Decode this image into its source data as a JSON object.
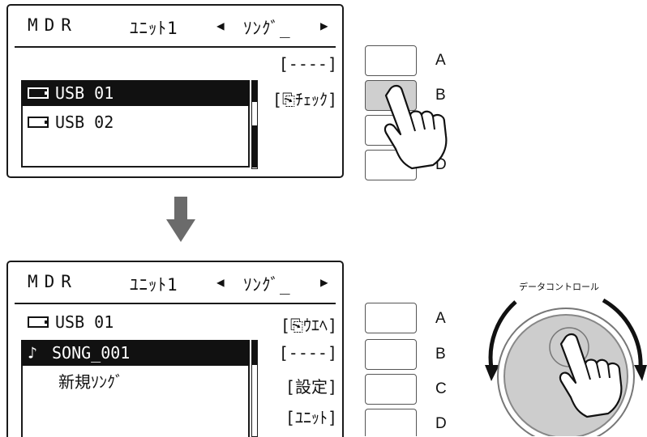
{
  "top_screen": {
    "header": {
      "mode": "MDR",
      "unit": "ﾕﾆｯﾄ1",
      "left_arrow": "◀",
      "song": "ｿﾝｸﾞ_",
      "right_arrow": "▶"
    },
    "items": [
      "USB 01",
      "USB 02"
    ],
    "labels": [
      "[----]",
      "[⎘ﾁｪｯｸ]"
    ]
  },
  "bottom_screen": {
    "header": {
      "mode": "MDR",
      "unit": "ﾕﾆｯﾄ1",
      "left_arrow": "◀",
      "song": "ｿﾝｸﾞ_",
      "right_arrow": "▶"
    },
    "folder": "USB 01",
    "items": [
      "SONG_001",
      "新規ｿﾝｸﾞ"
    ],
    "song_icon": "♪",
    "labels": [
      "[⎘ｳｴﾍ]",
      "[----]",
      "[設定]",
      "[ﾕﾆｯﾄ]"
    ]
  },
  "buttons_top": [
    "A",
    "B",
    "C",
    "D"
  ],
  "buttons_bottom": [
    "A",
    "B",
    "C",
    "D"
  ],
  "pressed_button": "B",
  "dial": {
    "title": "データコントロール"
  },
  "icons": [
    "drive-icon",
    "note-icon",
    "hand-pointer-icon",
    "down-arrow-icon",
    "dial-rotate-arrows-icon"
  ],
  "colors": {
    "pressed": "#cfcfcf",
    "arrow": "#6b6b6b",
    "dial_fill": "#cdcdcd"
  }
}
